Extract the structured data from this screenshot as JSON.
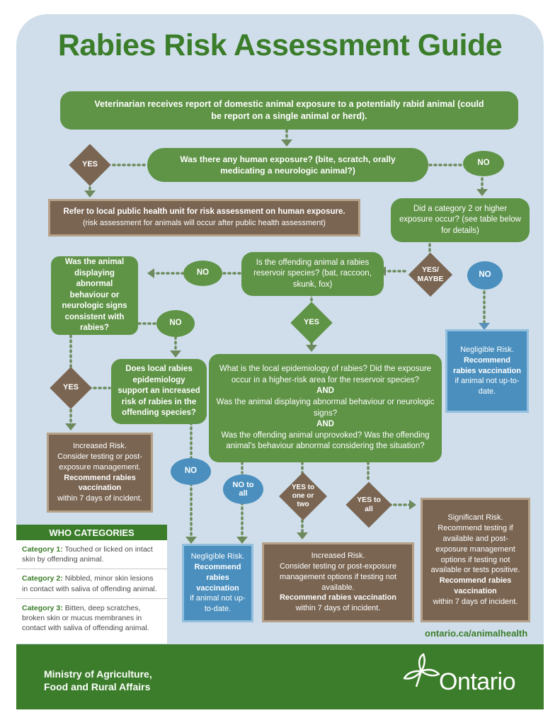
{
  "title": "Rabies Risk Assessment Guide",
  "nodes": {
    "start": "Veterinarian receives report of domestic animal exposure to a potentially rabid animal (could be report on a single animal or herd).",
    "q_human": "Was there any human exposure? (bite, scratch, orally medicating a neurologic animal?)",
    "yes1": "YES",
    "no1": "NO",
    "public_health_bold": "Refer to local public health unit for risk assessment on human exposure.",
    "public_health_note": "(risk assessment for animals will occur after public health assessment)",
    "q_category": "Did a category 2 or higher exposure occur? (see table below for details)",
    "yes_maybe": "YES/ MAYBE",
    "no_cat": "NO",
    "q_reservoir": "Is the offending animal a rabies reservoir species? (bat, raccoon, skunk, fox)",
    "no_res": "NO",
    "yes_res": "YES",
    "q_abnormal": "Was the animal displaying abnormal behaviour or neurologic signs consistent with rabies?",
    "no_abn": "NO",
    "yes_abn": "YES",
    "q_epi": "Does local rabies epidemiology support an increased risk of rabies in the offending species?",
    "no_epi": "NO",
    "big_q1": "What is the local epidemiology of rabies? Did the exposure occur in a higher-risk area for the reservoir species?",
    "and1": "AND",
    "big_q2": "Was the animal displaying abnormal behaviour or neurologic signs?",
    "and2": "AND",
    "big_q3": "Was the offending animal unprovoked? Was the offending animal's behaviour abnormal considering the situation?",
    "no_all": "NO to all",
    "yes_one_two": "YES to one or two",
    "yes_all": "YES to all",
    "neg_right_a": "Negligible Risk.",
    "neg_right_b": "Recommend rabies vaccination",
    "neg_right_c": "if animal not up-to-date.",
    "inc_left_a": "Increased Risk.",
    "inc_left_b": "Consider testing or post-exposure management.",
    "inc_left_c": "Recommend rabies vaccination",
    "inc_left_d": "within 7 days of incident.",
    "neg_mid_a": "Negligible Risk.",
    "neg_mid_b": "Recommend rabies vaccination",
    "neg_mid_c": "if animal not up-to-date.",
    "inc_mid_a": "Increased Risk.",
    "inc_mid_b": "Consider testing or post-exposure management options if testing not available.",
    "inc_mid_c": "Recommend rabies vaccination",
    "inc_mid_d": "within 7 days of incident.",
    "sig_a": "Significant Risk.",
    "sig_b": "Recommend testing if available and post-exposure management options if testing not available or tests positive.",
    "sig_c": "Recommend rabies vaccination",
    "sig_d": "within 7 days of incident."
  },
  "who": {
    "heading": "WHO CATEGORIES",
    "rows": [
      {
        "label": "Category 1:",
        "text": "Touched or licked on intact skin by offending animal."
      },
      {
        "label": "Category 2:",
        "text": "Nibbled, minor skin lesions in contact with saliva of offending animal."
      },
      {
        "label": "Category 3:",
        "text": "Bitten, deep scratches, broken skin or mucus membranes in contact with saliva of offending animal."
      }
    ]
  },
  "url": "ontario.ca/animalhealth",
  "footer": {
    "ministry_line1": "Ministry of Agriculture,",
    "ministry_line2": "Food and Rural Affairs",
    "logo": "Ontario",
    "logo_icon": "trillium-icon"
  },
  "colors": {
    "green": "#5f9346",
    "dark_green": "#3b7d2a",
    "brown": "#7a6552",
    "blue": "#4a8fbe",
    "background": "#cfdeea"
  }
}
